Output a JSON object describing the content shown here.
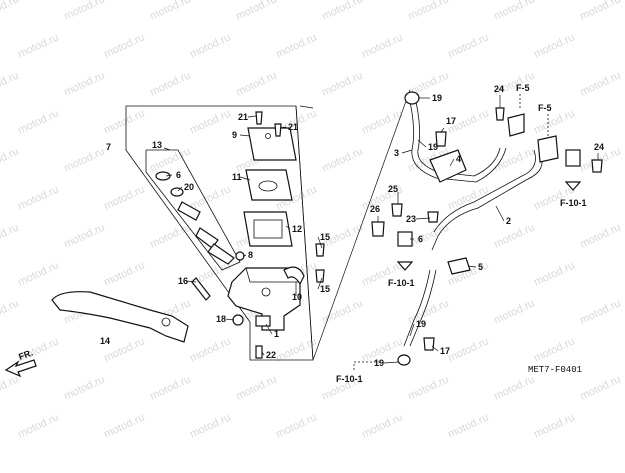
{
  "watermark": {
    "text": "motod.ru"
  },
  "diagram_code": "MET7-F0401",
  "direction_label": "FR.",
  "references": [
    {
      "id": "ref-f5-a",
      "label": "F-5"
    },
    {
      "id": "ref-f5-b",
      "label": "F-5"
    },
    {
      "id": "ref-f101-a",
      "label": "F-10-1"
    },
    {
      "id": "ref-f101-b",
      "label": "F-10-1"
    },
    {
      "id": "ref-f101-c",
      "label": "F-10-1"
    }
  ],
  "callouts": {
    "c1": "1",
    "c2": "2",
    "c3": "3",
    "c4": "4",
    "c5": "5",
    "c6": "6",
    "c7": "7",
    "c8": "8",
    "c9": "9",
    "c10": "10",
    "c11": "11",
    "c12": "12",
    "c13": "13",
    "c14": "14",
    "c15a": "15",
    "c15b": "15",
    "c16": "16",
    "c17a": "17",
    "c17b": "17",
    "c18": "18",
    "c19a": "19",
    "c19b": "19",
    "c19c": "19",
    "c19d": "19",
    "c20": "20",
    "c21a": "21",
    "c21b": "21",
    "c22": "22",
    "c23": "23",
    "c24a": "24",
    "c24b": "24",
    "c25": "25",
    "c26": "26",
    "c6b": "6"
  }
}
